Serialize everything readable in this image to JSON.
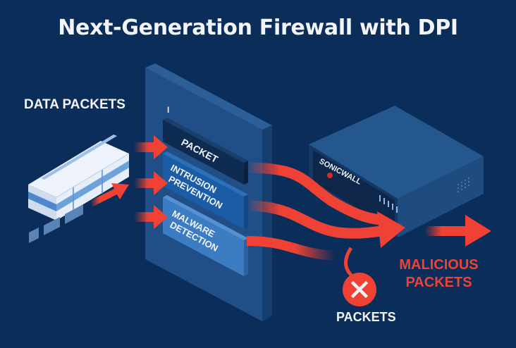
{
  "title": "Next-Generation Firewall with DPI",
  "labels": {
    "data_packets": "DATA PACKETS",
    "firewall_marker": "I",
    "malicious_packets_line1": "MALICIOUS",
    "malicious_packets_line2": "PACKETS",
    "blocked_packets": "PACKETS"
  },
  "layers": [
    {
      "line1": "PACKET",
      "line2": ""
    },
    {
      "line1": "INTRUSION",
      "line2": "PREVENTION"
    },
    {
      "line1": "MALWARE",
      "line2": "DETECTION"
    }
  ],
  "device": {
    "brand": "SONICWALL"
  },
  "colors": {
    "background": "#0b2d5a",
    "accent_red": "#ef4234",
    "panel_blue": "#1f4f86",
    "layer_dark": "#0e2b52",
    "layer_mid": "#1a5ca6",
    "layer_light": "#3b7cc3",
    "packet_light": "#dfe9f7",
    "packet_stripe": "#6ea3da"
  },
  "icons": {
    "block": "close-x-icon",
    "flow_arrow": "arrow-right-icon"
  }
}
